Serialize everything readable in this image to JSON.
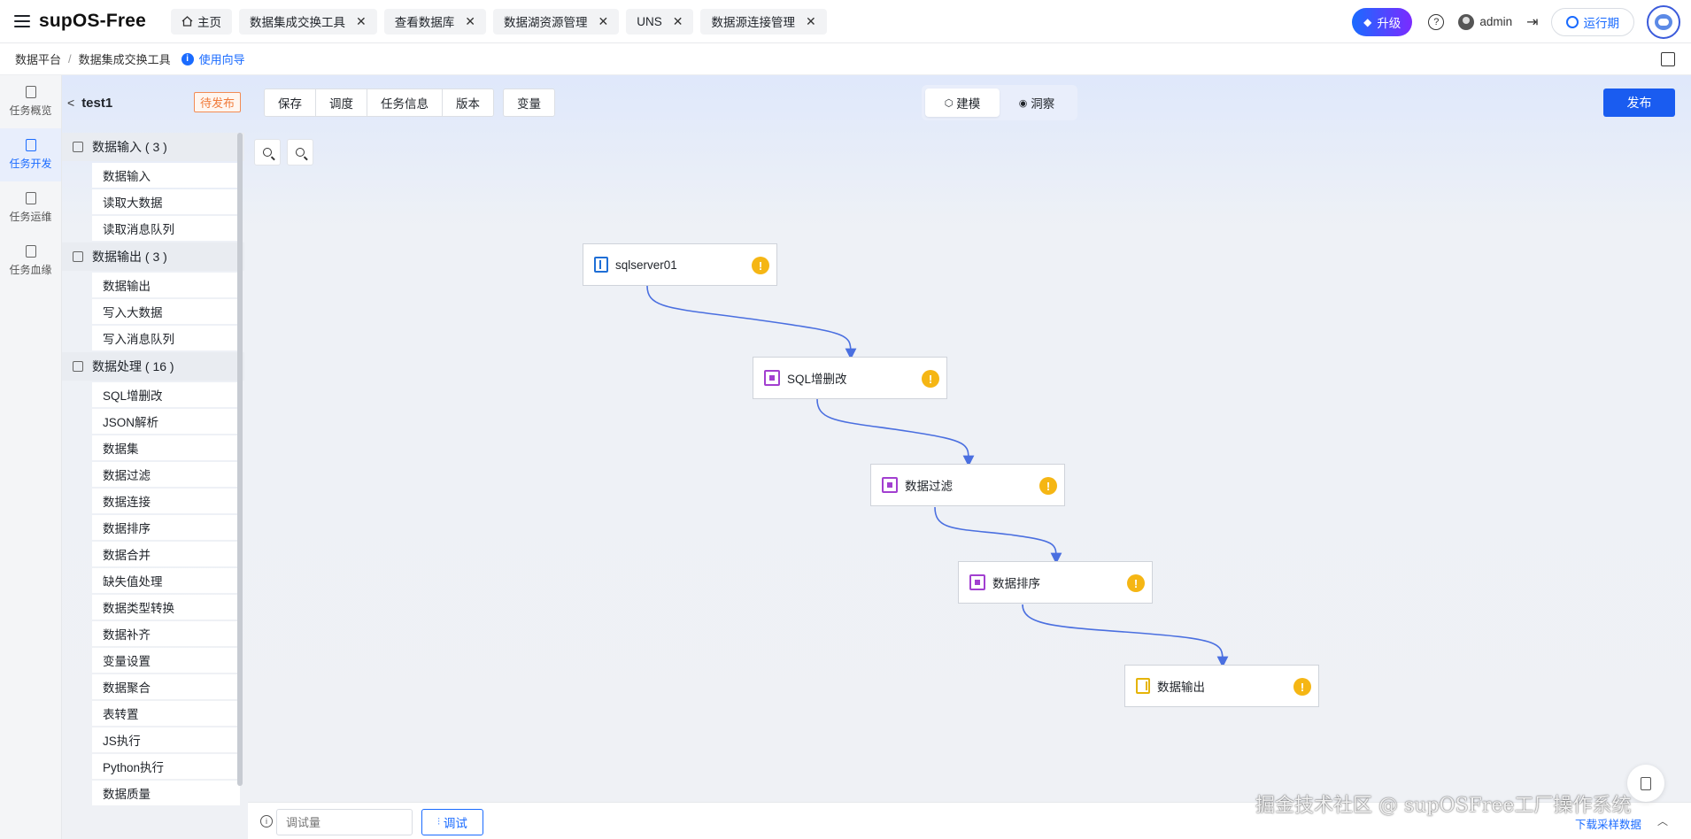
{
  "app": {
    "brand": "supOS-Free"
  },
  "tabs": [
    {
      "label": "主页",
      "icon": "home-icon",
      "closable": false
    },
    {
      "label": "数据集成交换工具",
      "closable": true
    },
    {
      "label": "查看数据库",
      "closable": true
    },
    {
      "label": "数据湖资源管理",
      "closable": true
    },
    {
      "label": "UNS",
      "closable": true
    },
    {
      "label": "数据源连接管理",
      "closable": true
    }
  ],
  "header": {
    "upgrade_label": "升级",
    "user": "admin",
    "runtime_label": "运行期",
    "close_glyph": "✕"
  },
  "breadcrumb": {
    "items": [
      "数据平台",
      "数据集成交换工具"
    ],
    "separator": "/",
    "guide_label": "使用向导"
  },
  "leftnav": [
    {
      "label": "任务概览",
      "active": false
    },
    {
      "label": "任务开发",
      "active": true
    },
    {
      "label": "任务运维",
      "active": false
    },
    {
      "label": "任务血缘",
      "active": false
    }
  ],
  "task": {
    "name": "test1",
    "status": "待发布"
  },
  "panel": {
    "groups": [
      {
        "title": "数据输入 ( 3 )",
        "items": [
          "数据输入",
          "读取大数据",
          "读取消息队列"
        ]
      },
      {
        "title": "数据输出 ( 3 )",
        "items": [
          "数据输出",
          "写入大数据",
          "写入消息队列"
        ]
      },
      {
        "title": "数据处理 ( 16 )",
        "items": [
          "SQL增删改",
          "JSON解析",
          "数据集",
          "数据过滤",
          "数据连接",
          "数据排序",
          "数据合并",
          "缺失值处理",
          "数据类型转换",
          "数据补齐",
          "变量设置",
          "数据聚合",
          "表转置",
          "JS执行",
          "Python执行",
          "数据质量"
        ]
      }
    ]
  },
  "toolbar": {
    "group_buttons": [
      "保存",
      "调度",
      "任务信息",
      "版本"
    ],
    "variable_label": "变量",
    "mode_build": "建模",
    "mode_insight": "洞察",
    "publish_label": "发布"
  },
  "canvas": {
    "nodes": [
      {
        "label": "sqlserver01",
        "kind": "source"
      },
      {
        "label": "SQL增删改",
        "kind": "process"
      },
      {
        "label": "数据过滤",
        "kind": "process"
      },
      {
        "label": "数据排序",
        "kind": "process"
      },
      {
        "label": "数据输出",
        "kind": "output"
      }
    ],
    "warn_glyph": "!",
    "edge_color": "#4a6fe0"
  },
  "debug": {
    "placeholder": "调试量",
    "debug_label": "调试",
    "download_label": "下载采样数据"
  },
  "watermark": "掘金技术社区 @ supOSFree工厂操作系统",
  "colors": {
    "accent": "#1a6bff",
    "publish": "#1a5cf0",
    "warning": "#f5b614",
    "status_orange": "#f07a3a"
  }
}
